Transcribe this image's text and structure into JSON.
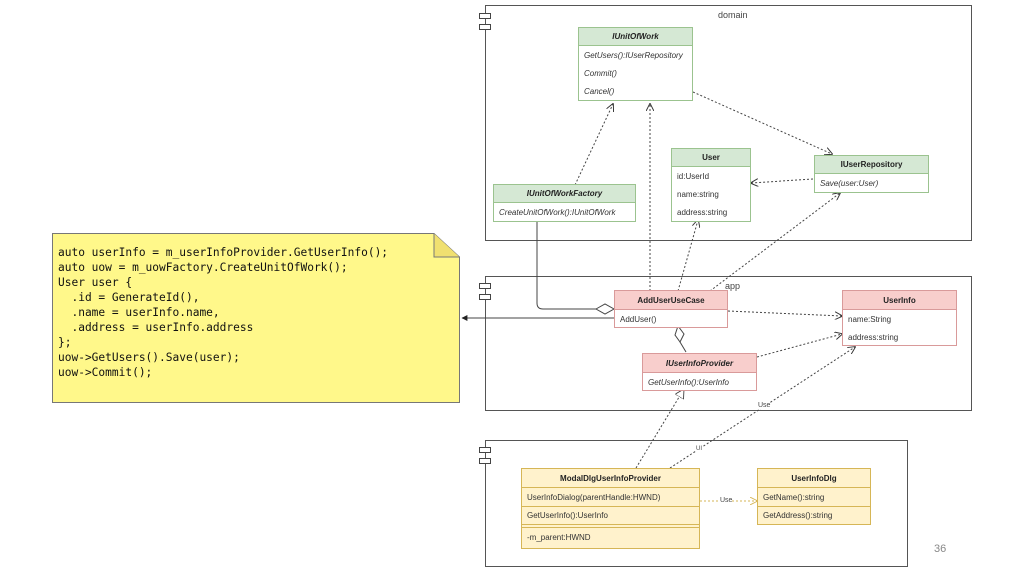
{
  "packages": {
    "domain": {
      "label": "domain"
    },
    "app": {
      "label": "app"
    },
    "ui": {
      "label": ""
    }
  },
  "classes": {
    "IUnitOfWork": {
      "name": "IUnitOfWork",
      "members": [
        "GetUsers():IUserRepository",
        "Commit()",
        "Cancel()"
      ]
    },
    "IUnitOfWorkFactory": {
      "name": "IUnitOfWorkFactory",
      "members": [
        "CreateUnitOfWork():IUnitOfWork"
      ]
    },
    "User": {
      "name": "User",
      "members": [
        "id:UserId",
        "name:string",
        "address:string"
      ]
    },
    "IUserRepository": {
      "name": "IUserRepository",
      "members": [
        "Save(user:User)"
      ]
    },
    "AddUserUseCase": {
      "name": "AddUserUseCase",
      "members": [
        "AddUser()"
      ]
    },
    "UserInfo": {
      "name": "UserInfo",
      "members": [
        "name:String",
        "address:string"
      ]
    },
    "IUserInfoProvider": {
      "name": "IUserInfoProvider",
      "members": [
        "GetUserInfo():UserInfo"
      ]
    },
    "ModalDlgUserInfoProvider": {
      "name": "ModalDlgUserInfoProvider",
      "members": [
        "UserInfoDialog(parentHandle:HWND)",
        "GetUserInfo():UserInfo",
        "-m_parent:HWND"
      ]
    },
    "UserInfoDlg": {
      "name": "UserInfoDlg",
      "members": [
        "GetName():string",
        "GetAddress():string"
      ]
    }
  },
  "note": {
    "code": "auto userInfo = m_userInfoProvider.GetUserInfo();\nauto uow = m_uowFactory.CreateUnitOfWork();\nUser user {\n  .id = GenerateId(),\n  .name = userInfo.name,\n  .address = userInfo.address\n};\nuow->GetUsers().Save(user);\nuow->Commit();"
  },
  "edge_labels": {
    "use_userinfo": "Use",
    "use_dlg": "Use",
    "ui_label": "UI"
  },
  "page_number": "36",
  "colors": {
    "domain_header": "#d5e8d4",
    "app_header": "#f8cecc",
    "ui_fill": "#fff2cc",
    "note_fill": "#fff88a"
  }
}
